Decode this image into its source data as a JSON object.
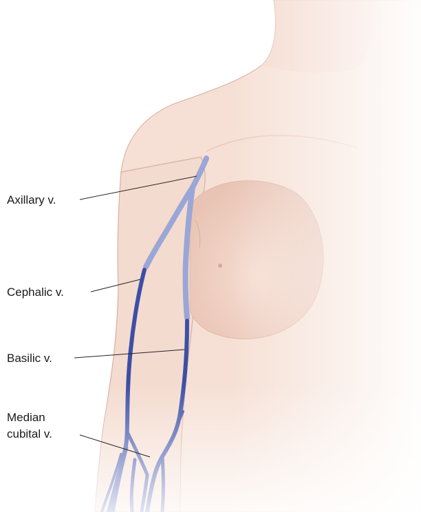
{
  "figure": {
    "labels": {
      "axillary": "Axillary v.",
      "cephalic": "Cephalic v.",
      "basilic": "Basilic v.",
      "median_line1": "Median",
      "median_line2": "cubital v."
    }
  },
  "colors": {
    "skin_light": "#f7e2d8",
    "skin_mid": "#efcfc0",
    "skin_outline": "#d8aea0",
    "vein_dark": "#3c4fa6",
    "vein_light": "#9aa6d6",
    "leader_line": "#222222"
  }
}
